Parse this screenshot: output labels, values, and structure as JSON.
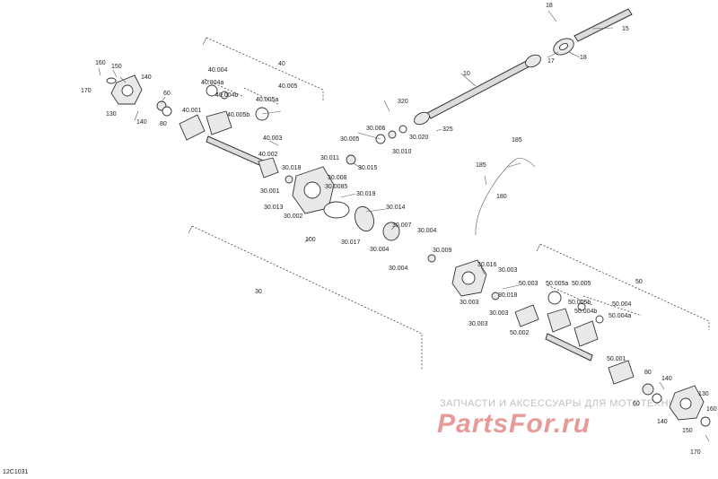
{
  "diagram": {
    "code": "12C1031",
    "watermark_line": "ЗАПЧАСТИ И АКСЕССУАРЫ ДЛЯ МОТОТЕХНИКИ",
    "watermark_logo": "PartsFor.ru",
    "labels": {
      "l18a": "18",
      "l15": "15",
      "l17": "17",
      "l18b": "18",
      "l10": "10",
      "l160a": "160",
      "l150a": "150",
      "l170a": "170",
      "l140a": "140",
      "l130a": "130",
      "l140b": "140",
      "l60a": "60",
      "l80a": "80",
      "l40": "40",
      "l40004": "40.004",
      "l40004a": "40.004a",
      "l40004b": "40.004b",
      "l40005": "40.005",
      "l40005a": "40.005a",
      "l40005b": "40.005b",
      "l40001": "40.001",
      "l40003": "40.003",
      "l40002": "40.002",
      "l320": "320",
      "l325": "325",
      "l30006": "30.006",
      "l30020": "30.020",
      "l30005": "30.005",
      "l30010": "30.010",
      "l30011": "30.011",
      "l30015": "30.015",
      "l30018a": "30.018",
      "l30008": "30.008",
      "l300085": "30.0085",
      "l30019": "30.019",
      "l30001": "30.001",
      "l30013": "30.013",
      "l30014": "30.014",
      "l30002": "30.002",
      "l30007": "30.007",
      "l30004a": "30.004",
      "l30017": "30.017",
      "l30004b": "30.004",
      "l30009": "30.009",
      "l30004c": "30.004",
      "l100": "100",
      "l30": "30",
      "l185a": "185",
      "l185b": "185",
      "l180": "180",
      "l30016": "30.016",
      "l30003a": "30.003",
      "l50003": "50.003",
      "l50005a": "50.005a",
      "l50005": "50.005",
      "l50": "50",
      "l30018b": "30.018",
      "l30003b": "30.003",
      "l30003c": "30.003",
      "l50005b": "50.005b",
      "l50004": "50.004",
      "l50004b": "50.004b",
      "l50004a": "50.004a",
      "l50002": "50.002",
      "l50001": "50.001",
      "l60b": "60",
      "l80b": "80",
      "l140c": "140",
      "l130b": "130",
      "l140d": "140",
      "l150b": "150",
      "l160b": "160",
      "l170b": "170"
    }
  }
}
